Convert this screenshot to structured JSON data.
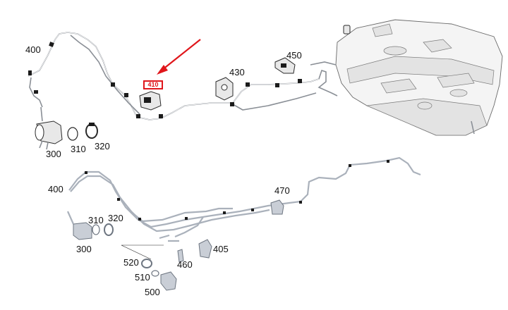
{
  "highlight": {
    "label": "410",
    "color": "#e0161b"
  },
  "upper_assembly": {
    "callouts": [
      "400",
      "300",
      "310",
      "320",
      "430",
      "450"
    ]
  },
  "lower_assembly": {
    "callouts": [
      "400",
      "310",
      "320",
      "300",
      "470",
      "405",
      "520",
      "460",
      "510",
      "500"
    ]
  },
  "colors": {
    "upper_lines": "#8a8f96",
    "lower_lines": "#aab1bb",
    "arrow": "#e0161b"
  }
}
